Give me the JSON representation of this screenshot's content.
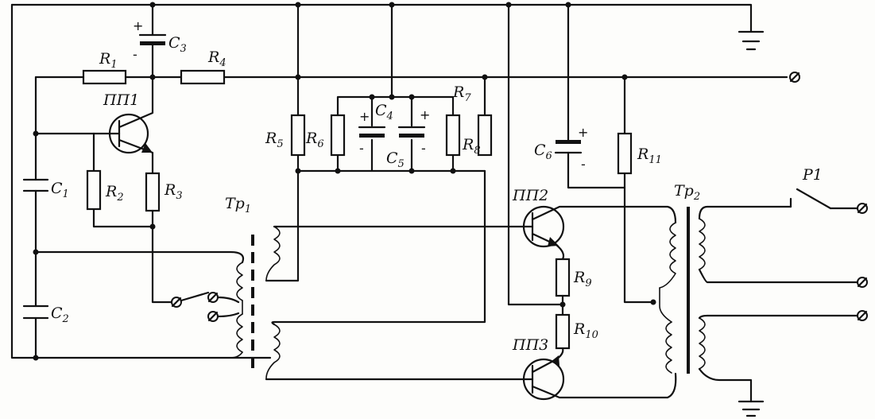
{
  "labels": {
    "r1": {
      "main": "R",
      "sub": "1"
    },
    "r2": {
      "main": "R",
      "sub": "2"
    },
    "r3": {
      "main": "R",
      "sub": "3"
    },
    "r4": {
      "main": "R",
      "sub": "4"
    },
    "r5": {
      "main": "R",
      "sub": "5"
    },
    "r6": {
      "main": "R",
      "sub": "6"
    },
    "r7": {
      "main": "R",
      "sub": "7"
    },
    "r8": {
      "main": "R",
      "sub": "8"
    },
    "r9": {
      "main": "R",
      "sub": "9"
    },
    "r10": {
      "main": "R",
      "sub": "10"
    },
    "r11": {
      "main": "R",
      "sub": "11"
    },
    "c1": {
      "main": "C",
      "sub": "1"
    },
    "c2": {
      "main": "C",
      "sub": "2"
    },
    "c3": {
      "main": "C",
      "sub": "3"
    },
    "c4": {
      "main": "C",
      "sub": "4"
    },
    "c5": {
      "main": "C",
      "sub": "5"
    },
    "c6": {
      "main": "C",
      "sub": "6"
    },
    "pp1": "ПП1",
    "pp2": "ПП2",
    "pp3": "ПП3",
    "tr1": {
      "main": "Tp",
      "sub": "1"
    },
    "tr2": {
      "main": "Tp",
      "sub": "2"
    },
    "relay": "P1"
  },
  "polarity": {
    "plus": "+",
    "minus": "-"
  }
}
